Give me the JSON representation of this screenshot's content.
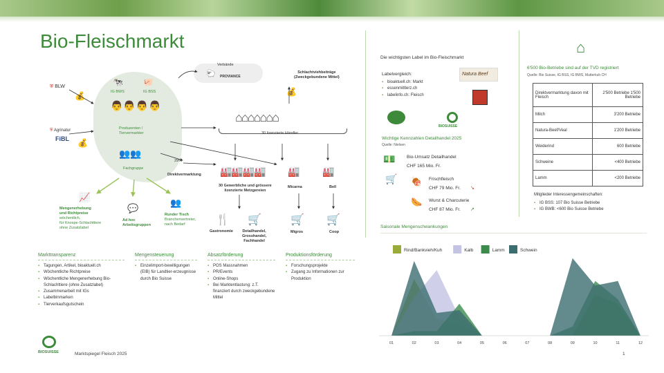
{
  "page": {
    "title": "Bio-Fleischmarkt",
    "footer_label": "Marktspiegel Fleisch 2025",
    "page_number": "1"
  },
  "diagram": {
    "verbaende": "Verbände",
    "provamce": "PROVIANCE",
    "schlacht_title": "Schlachtviehbeiträge",
    "schlacht_sub": "(Zweckgebundene Mittel)",
    "blw": "BLW",
    "agrinatur": "Agrinatur",
    "fibl": "FiBL",
    "ig_bws": "IG BWS",
    "ig_bss": "IG BSS",
    "produzenten_1": "Produzenten /",
    "produzenten_2": "Tiervermarkter",
    "fachgruppe": "Fachgruppe",
    "haendler": "30 lizenzierte Händler",
    "percent": "29%",
    "direktvermarktung": "Direktvermarktung",
    "gewerbliche_1": "30 Gewerbliche und grössere",
    "gewerbliche_2": "lizenzierte Metzgereien",
    "micarna": "Micarna",
    "bell": "Bell",
    "gastronomie": "Gastronomie",
    "detailhandel_1": "Detailhandel,",
    "detailhandel_2": "Grosshandel,",
    "detailhandel_3": "Fachhandel",
    "migros": "Migros",
    "coop": "Coop",
    "mengen_1": "Mengenerhebung",
    "mengen_2": "und Richtpreise",
    "mengen_3": "wöchentlich,",
    "mengen_4": "für Knospe-Schlachttiere",
    "mengen_5": "ohne Zusatzlabel",
    "adhoc_1": "Ad hoc",
    "adhoc_2": "Arbeitsgruppen",
    "runder_1": "Runder Tisch",
    "runder_2": "Branchenvertreter,",
    "runder_3": "nach Bedarf"
  },
  "lists": [
    {
      "heading": "Markttransparenz",
      "items": [
        "Tagungen, Artikel, bioaktuell.ch",
        "Wöchentliche Richtpreise",
        "Wöchentliche Mengenerhebung Bio-Schlachttiere (ohne Zusatzlabel)",
        "Zusammenarbeit mit IGs",
        "Labelbinmarken",
        "Tierverkaufsgutschein"
      ]
    },
    {
      "heading": "Mengensteuerung",
      "items": [
        "Einzelimport-bewilligungen (EIB) für Landtier-erzeugnisse durch Bio Suisse"
      ]
    },
    {
      "heading": "Absatzförderung",
      "items": [
        "POS Massnahmen",
        "PR/Events",
        "Online-Shops",
        "Bei Marktentlastung: z.T. finanziert durch zweckgebundene Mittel"
      ]
    },
    {
      "heading": "Produktionsförderung",
      "items": [
        "Forschungsprojekte",
        "Zugang zu Informationen zur Produktion"
      ]
    }
  ],
  "labels_section": {
    "heading": "Die wichtigsten Label im Bio-Fleischmarkt",
    "sub": "Labelvergleich:",
    "items": [
      "bioaktuell.ch: Markt",
      "essenmittlerz.ch",
      "labelinfo.ch: Fleisch"
    ],
    "natura_beef": "Natura Beef",
    "biosuisse": "BIOSUISSE"
  },
  "kennzahlen": {
    "heading": "Wichtige Kennzahlen Detailhandel 2025",
    "source": "Quelle: Nielsen",
    "rows": [
      {
        "label": "Bio-Umsatz Detailhandel",
        "value": "CHF 165 Mio. Fr."
      },
      {
        "label": "Frischfleisch",
        "value": "CHF 79 Mio. Fr."
      },
      {
        "label": "Wurst & Charcuterie",
        "value": "CHF 87 Mio. Fr."
      }
    ]
  },
  "tvd": {
    "heading": "6'500 Bio-Betriebe sind auf der TVD registriert",
    "source": "Quelle: Bio Suisse, IG BSS, IG BWS, Mutterkuh CH",
    "rows": [
      {
        "label": "Direktvermarktung davon mit Fleisch",
        "value": "2'500 Betriebe 1'500 Betriebe"
      },
      {
        "label": "Milch",
        "value": "3'200 Betriebe"
      },
      {
        "label": "Natura-Beef/Veal",
        "value": "1'200 Betriebe"
      },
      {
        "label": "Weiderind",
        "value": "600 Betriebe"
      },
      {
        "label": "Schweine",
        "value": "<400 Betriebe"
      },
      {
        "label": "Lamm",
        "value": "<200 Betriebe"
      }
    ],
    "ig_heading": "Mitglieder Interessengemeinschaften:",
    "ig_items": [
      "IG BSS: 107 Bio Suisse Betriebe",
      "IG BWB: <600 Bio Suisse Betriebe"
    ]
  },
  "chart_data": {
    "type": "area",
    "title": "Saisonale Mengenschwankungen",
    "categories": [
      "01",
      "02",
      "03",
      "04",
      "05",
      "06",
      "07",
      "08",
      "09",
      "10",
      "11",
      "12"
    ],
    "series": [
      {
        "name": "Rind/Bankvieh/Kuh",
        "color": "#9aab3a",
        "values": [
          0,
          0.62,
          0.18,
          0.12,
          0,
          0,
          0,
          0,
          0,
          0.45,
          0.35,
          0
        ]
      },
      {
        "name": "Kalb",
        "color": "#c4c3e3",
        "values": [
          0,
          0.42,
          0.72,
          0.2,
          0,
          0,
          0,
          0,
          0,
          0,
          0,
          0
        ]
      },
      {
        "name": "Lamm",
        "color": "#3c8b4d",
        "values": [
          0,
          0.05,
          0.05,
          0.35,
          0,
          0,
          0,
          0,
          0.1,
          0.6,
          0.4,
          0
        ]
      },
      {
        "name": "Schwein",
        "color": "#3c6e70",
        "values": [
          0,
          0.82,
          0.25,
          0.28,
          0,
          0,
          0,
          0,
          0.85,
          0.55,
          0.6,
          0
        ]
      }
    ],
    "colors": {
      "rind": "#9aab3a",
      "kalb": "#c4c3e3",
      "lamm": "#3c8b4d",
      "schwein": "#3c6e70"
    }
  }
}
